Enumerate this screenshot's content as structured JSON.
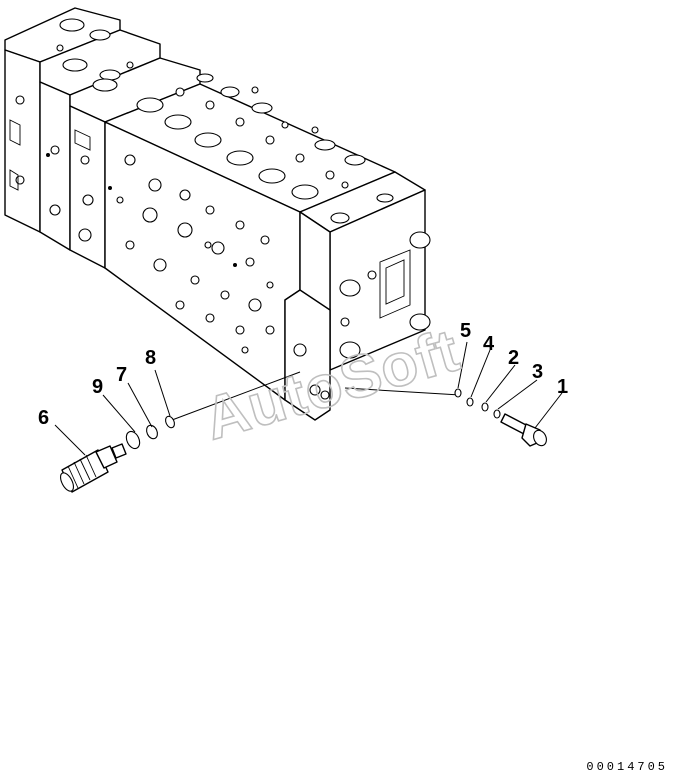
{
  "callouts": {
    "c1": "1",
    "c2": "2",
    "c3": "3",
    "c4": "4",
    "c5": "5",
    "c6": "6",
    "c7": "7",
    "c8": "8",
    "c9": "9"
  },
  "watermark": "AutoSoft",
  "drawing_number": "00014705"
}
